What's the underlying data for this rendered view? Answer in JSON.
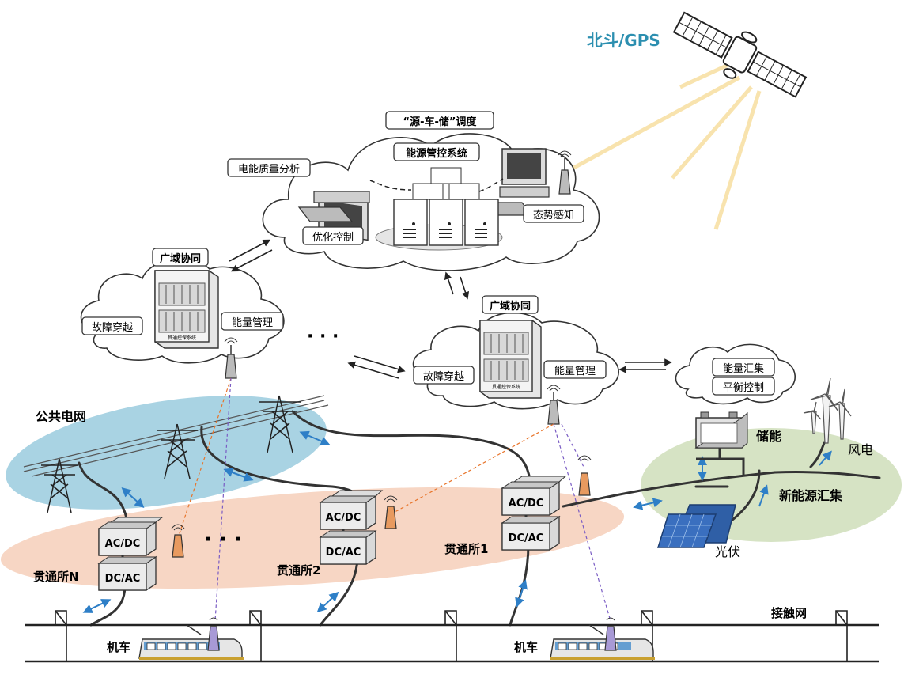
{
  "satellite_label": "北斗/GPS",
  "dispatch_title": "“源-车-储”调度",
  "energy_system": "能源管控系统",
  "power_quality": "电能质量分析",
  "situation_awareness": "态势感知",
  "optimal_control": "优化控制",
  "left_node": {
    "title": "广域协同",
    "fault": "故障穿越",
    "energy_mgmt": "能量管理",
    "cabinet_label": "贯通控保系统"
  },
  "right_node": {
    "title": "广域协同",
    "fault": "故障穿越",
    "energy_mgmt": "能量管理",
    "cabinet_label": "贯通控保系统"
  },
  "energy_collect": "能量汇集",
  "balance_control": "平衡控制",
  "public_grid": "公共电网",
  "storage": "储能",
  "wind": "风电",
  "renewable_collect": "新能源汇集",
  "pv": "光伏",
  "substation_n": "贯通所N",
  "substation_2": "贯通所2",
  "substation_1": "贯通所1",
  "acdc": "AC/DC",
  "dcac": "DC/AC",
  "catenary": "接触网",
  "loco": "机车",
  "dots": "· · ·",
  "colors": {
    "grid_ellipse": "#a9d3e3",
    "sub_ellipse": "#f7d6c4",
    "renewable_ellipse": "#d6e3c4",
    "arrow_blue": "#2e7fc7",
    "sat_text": "#2c8fb0",
    "orange_dash": "#e8742a",
    "purple_dash": "#7a5cc4"
  }
}
